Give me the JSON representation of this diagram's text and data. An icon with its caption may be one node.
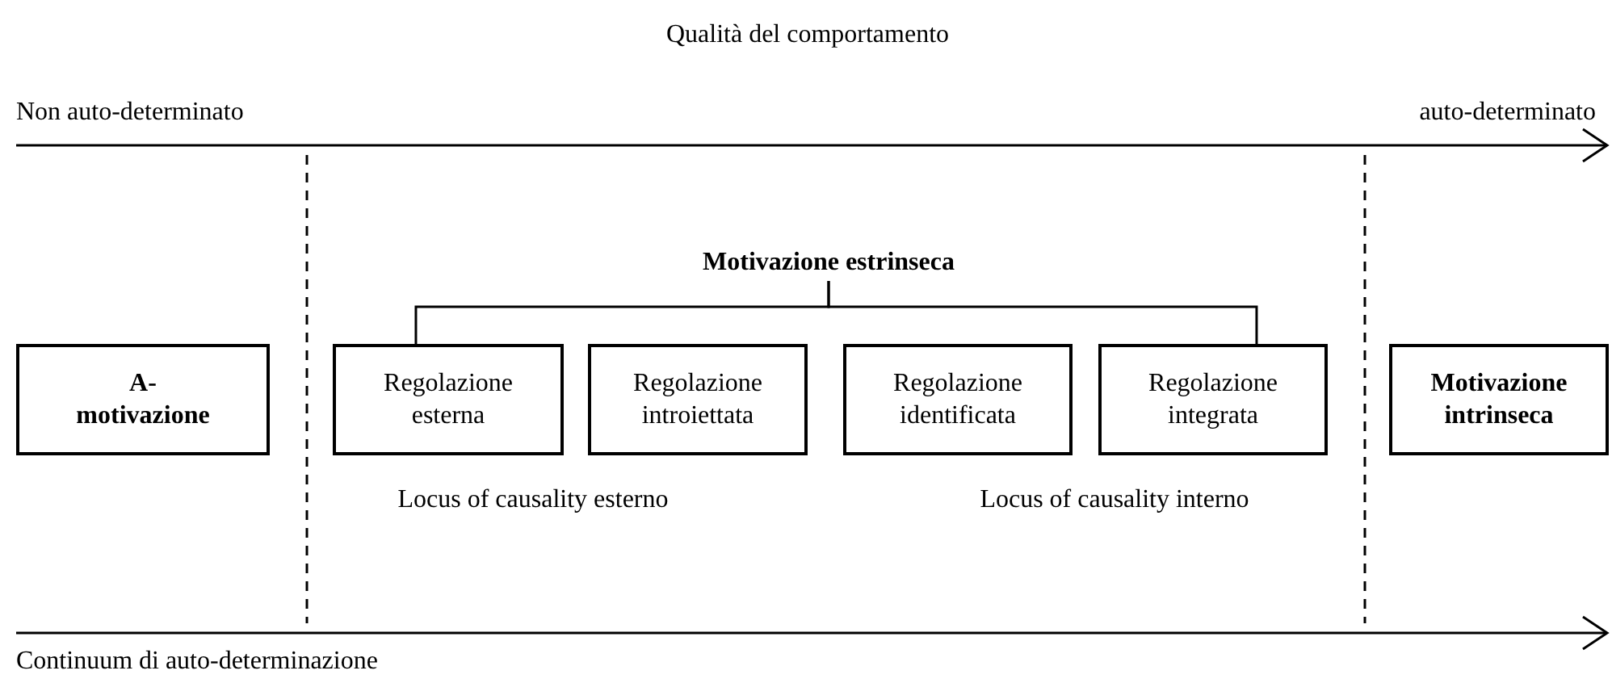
{
  "diagram": {
    "nodes": [
      {
        "text": [
          "A-motivazione"
        ]
      },
      {
        "text": [
          "Motivazione estrinseca"
        ]
      },
      {
        "text": [
          "Regolazione esterna"
        ]
      },
      {
        "text": [
          "Regolazione introiettata"
        ]
      },
      {
        "text": [
          "Regolazione identificata"
        ]
      },
      {
        "text": [
          "Regolazione integrata"
        ]
      },
      {
        "text": [
          "Motivazione intrinseca"
        ]
      }
    ],
    "edges": [
      {
        "from": 1,
        "to": 2,
        "arrow": "none"
      },
      {
        "from": 1,
        "to": 5,
        "arrow": "none"
      }
    ],
    "labels": [
      "Qualità del comportamento",
      "Non auto-determinato",
      "auto-determinato",
      "Locus of causality esterno",
      "Locus of causality interno",
      "Continuum di auto-determinazione"
    ]
  }
}
